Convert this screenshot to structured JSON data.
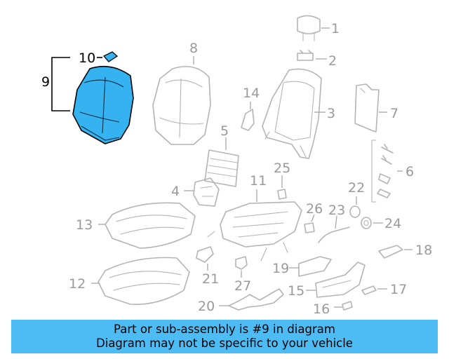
{
  "callouts": {
    "c1": "1",
    "c2": "2",
    "c3": "3",
    "c4": "4",
    "c5": "5",
    "c6": "6",
    "c7": "7",
    "c8": "8",
    "c9": "9",
    "c10": "10",
    "c11": "11",
    "c12": "12",
    "c13": "13",
    "c14": "14",
    "c15": "15",
    "c16": "16",
    "c17": "17",
    "c18": "18",
    "c19": "19",
    "c20": "20",
    "c21": "21",
    "c22": "22",
    "c23": "23",
    "c24": "24",
    "c25": "25",
    "c26": "26",
    "c27": "27"
  },
  "highlighted_part": "9",
  "colors": {
    "highlight_fill": "#34b3f0",
    "banner_bg": "#4dbcf5",
    "part_line": "#b4b4b4"
  },
  "banner": {
    "line1": "Part or sub-assembly is #9 in diagram",
    "line2": "Diagram may not be specific to your vehicle"
  }
}
